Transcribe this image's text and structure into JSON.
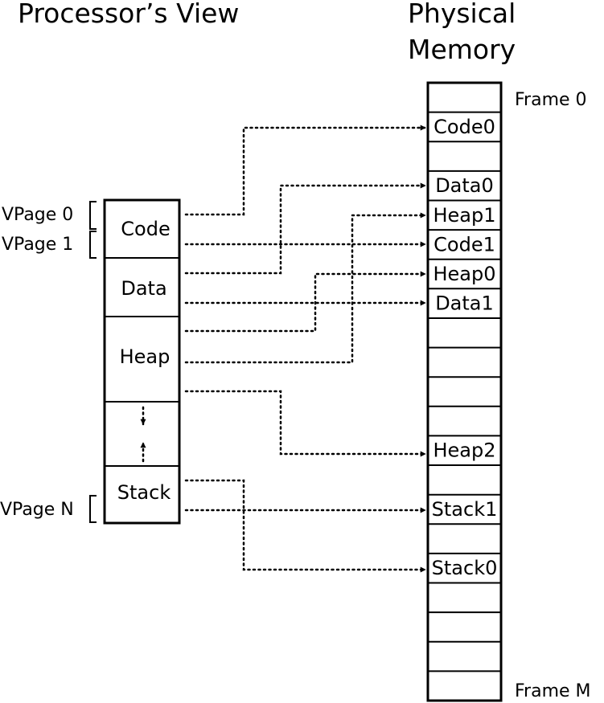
{
  "titles": {
    "processor_view": "Processor’s View",
    "physical_line1": "Physical",
    "physical_line2": "Memory"
  },
  "virtual_segments": [
    {
      "id": "code",
      "label": "Code"
    },
    {
      "id": "data",
      "label": "Data"
    },
    {
      "id": "heap",
      "label": "Heap"
    },
    {
      "id": "stack",
      "label": "Stack"
    }
  ],
  "vpage_labels": [
    {
      "id": "vpage0",
      "label": "VPage 0"
    },
    {
      "id": "vpage1",
      "label": "VPage 1"
    },
    {
      "id": "vpageN",
      "label": "VPage N"
    }
  ],
  "frame_labels": {
    "top": "Frame 0",
    "bottom": "Frame M"
  },
  "physical_frames": [
    "",
    "Code0",
    "",
    "Data0",
    "Heap1",
    "Code1",
    "Heap0",
    "Data1",
    "",
    "",
    "",
    "",
    "Heap2",
    "",
    "Stack1",
    "",
    "Stack0",
    "",
    "",
    "",
    ""
  ],
  "mappings": [
    {
      "from": "Code",
      "to": "Code0"
    },
    {
      "from": "Code",
      "to": "Code1"
    },
    {
      "from": "Data",
      "to": "Data0"
    },
    {
      "from": "Data",
      "to": "Data1"
    },
    {
      "from": "Heap",
      "to": "Heap0"
    },
    {
      "from": "Heap",
      "to": "Heap1"
    },
    {
      "from": "Heap",
      "to": "Heap2"
    },
    {
      "from": "Stack",
      "to": "Stack0"
    },
    {
      "from": "Stack",
      "to": "Stack1"
    }
  ]
}
